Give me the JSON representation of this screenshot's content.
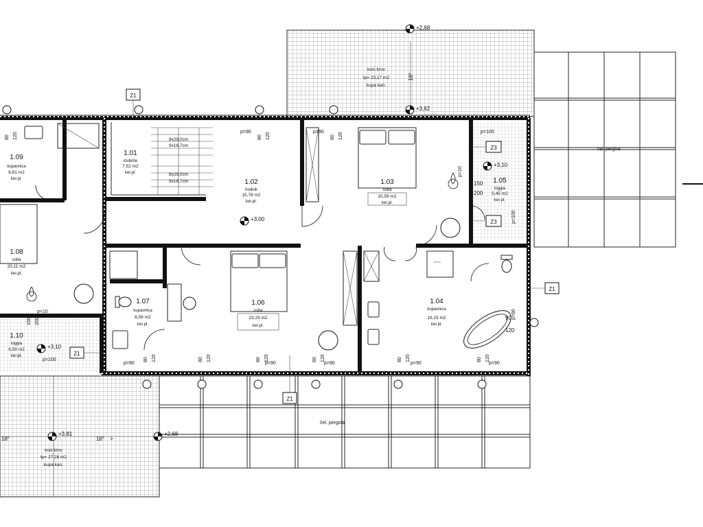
{
  "rooms": [
    {
      "id": "1.01",
      "name": "stubište",
      "area": "7,52 m2",
      "floor": "ker.pl."
    },
    {
      "id": "1.02",
      "name": "hodnik",
      "area": "15,78 m2",
      "floor": "ker.pl."
    },
    {
      "id": "1.03",
      "name": "soba",
      "area": "20,59 m2",
      "floor": "ker.pl."
    },
    {
      "id": "1.04",
      "name": "kupaonica",
      "area": "19,15 m2",
      "floor": "ker.pl."
    },
    {
      "id": "1.05",
      "name": "loggia",
      "area": "5,45 m2",
      "floor": "ker.pl."
    },
    {
      "id": "1.06",
      "name": "soba",
      "area": "23,29 m2",
      "floor": "ker.pl."
    },
    {
      "id": "1.07",
      "name": "kupaonica",
      "area": "6,56 m2",
      "floor": "ker.pl."
    },
    {
      "id": "1.08",
      "name": "soba",
      "area": "20,11 m2",
      "floor": "ker.pl."
    },
    {
      "id": "1.09",
      "name": "kupaonica",
      "area": "6,81 m2",
      "floor": "ker.pl."
    },
    {
      "id": "1.10",
      "name": "loggia",
      "area": "6,59 m2",
      "floor": "ker.pl."
    }
  ],
  "roofs": [
    {
      "label": "kosi krov",
      "area": "tp= 23,17 m2",
      "material": "kupa kan.",
      "slope": "18°"
    },
    {
      "label": "kosi krov",
      "area": "tp= 27,28 m2",
      "material": "kupa kan.",
      "slope": "18°"
    }
  ],
  "pergola_label": "čel. pergola",
  "elevations": [
    "+2,68",
    "+3,62",
    "+3,10",
    "+3,00",
    "+3,10",
    "+3,81",
    "+2,68"
  ],
  "stair_text": [
    "8x29,0cm",
    "9x16,7cm",
    "8x29,0cm",
    "9x16,7cm"
  ],
  "wall_tags": [
    "Z1",
    "Z1",
    "Z1",
    "Z1",
    "Z3",
    "Z3"
  ],
  "openings": {
    "p90": "p=90",
    "p100": "p=100",
    "p10": "p=10",
    "w80": "80",
    "w120": "120",
    "w150": "150",
    "w200": "200",
    "w90": "90",
    "w100": "100"
  }
}
